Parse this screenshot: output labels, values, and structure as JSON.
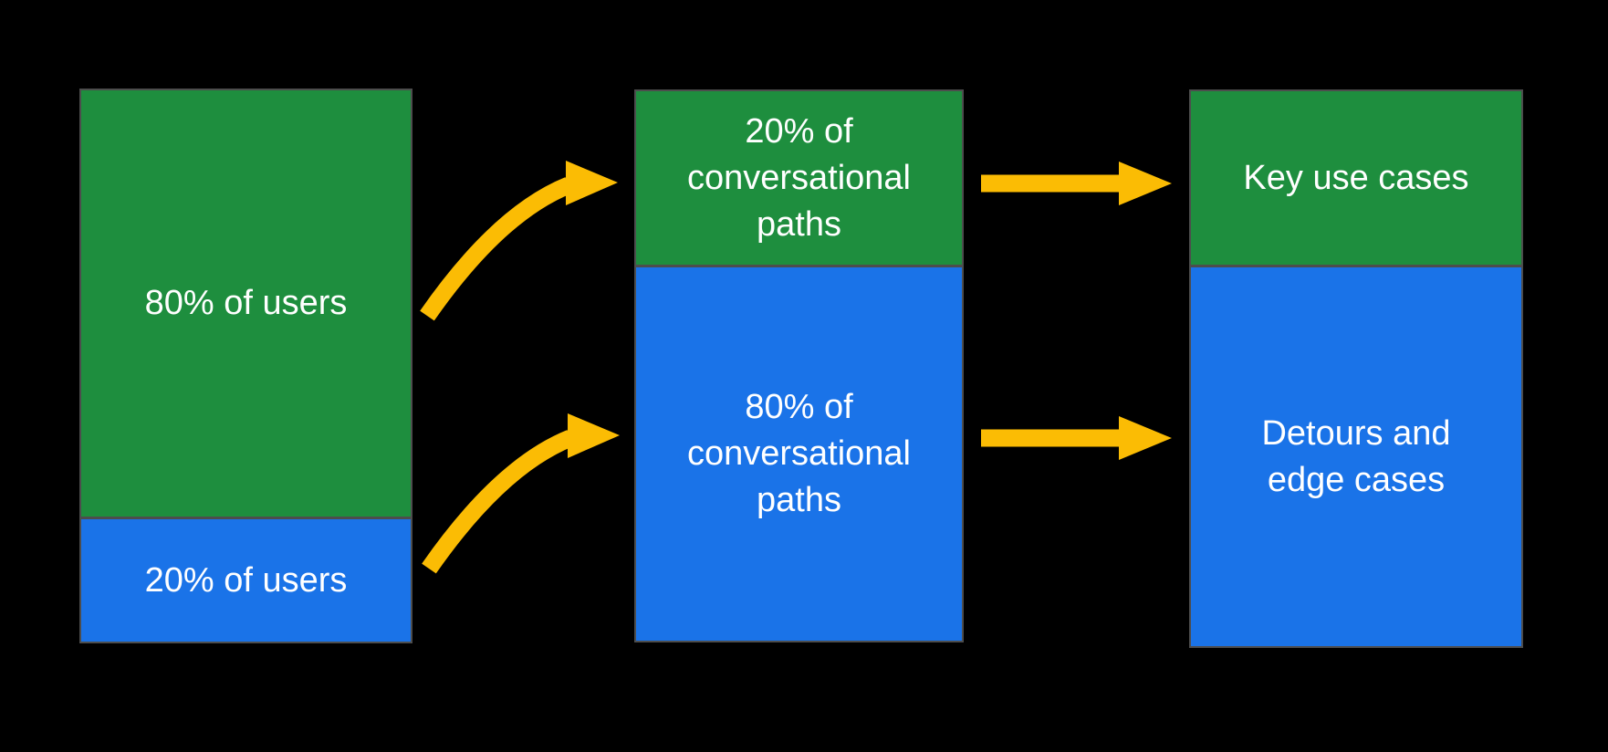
{
  "diagram": {
    "title": "80/20 users to conversational paths mapping",
    "background": "#000000",
    "colors": {
      "green": "#1e8e3e",
      "blue": "#1a73e8",
      "arrow": "#fbbc04",
      "border": "#4d4d4d",
      "text": "#ffffff"
    },
    "columns": [
      {
        "name": "users",
        "segments": [
          {
            "tone": "green",
            "share": "80%",
            "label": "80% of users"
          },
          {
            "tone": "blue",
            "share": "20%",
            "label": "20% of users"
          }
        ]
      },
      {
        "name": "conversational-paths",
        "segments": [
          {
            "tone": "green",
            "share": "20%",
            "label": "20% of conversational paths"
          },
          {
            "tone": "blue",
            "share": "80%",
            "label": "80% of conversational paths"
          }
        ]
      },
      {
        "name": "outcomes",
        "segments": [
          {
            "tone": "green",
            "label": "Key use cases"
          },
          {
            "tone": "blue",
            "label": "Detours and edge cases"
          }
        ]
      }
    ],
    "arrows": [
      {
        "name": "curved-arrow-top",
        "from": "80% of users",
        "to": "20% of conversational paths"
      },
      {
        "name": "curved-arrow-bottom",
        "from": "20% of users",
        "to": "80% of conversational paths"
      },
      {
        "name": "straight-arrow-top",
        "from": "20% of conversational paths",
        "to": "Key use cases"
      },
      {
        "name": "straight-arrow-bottom",
        "from": "80% of conversational paths",
        "to": "Detours and edge cases"
      }
    ]
  }
}
